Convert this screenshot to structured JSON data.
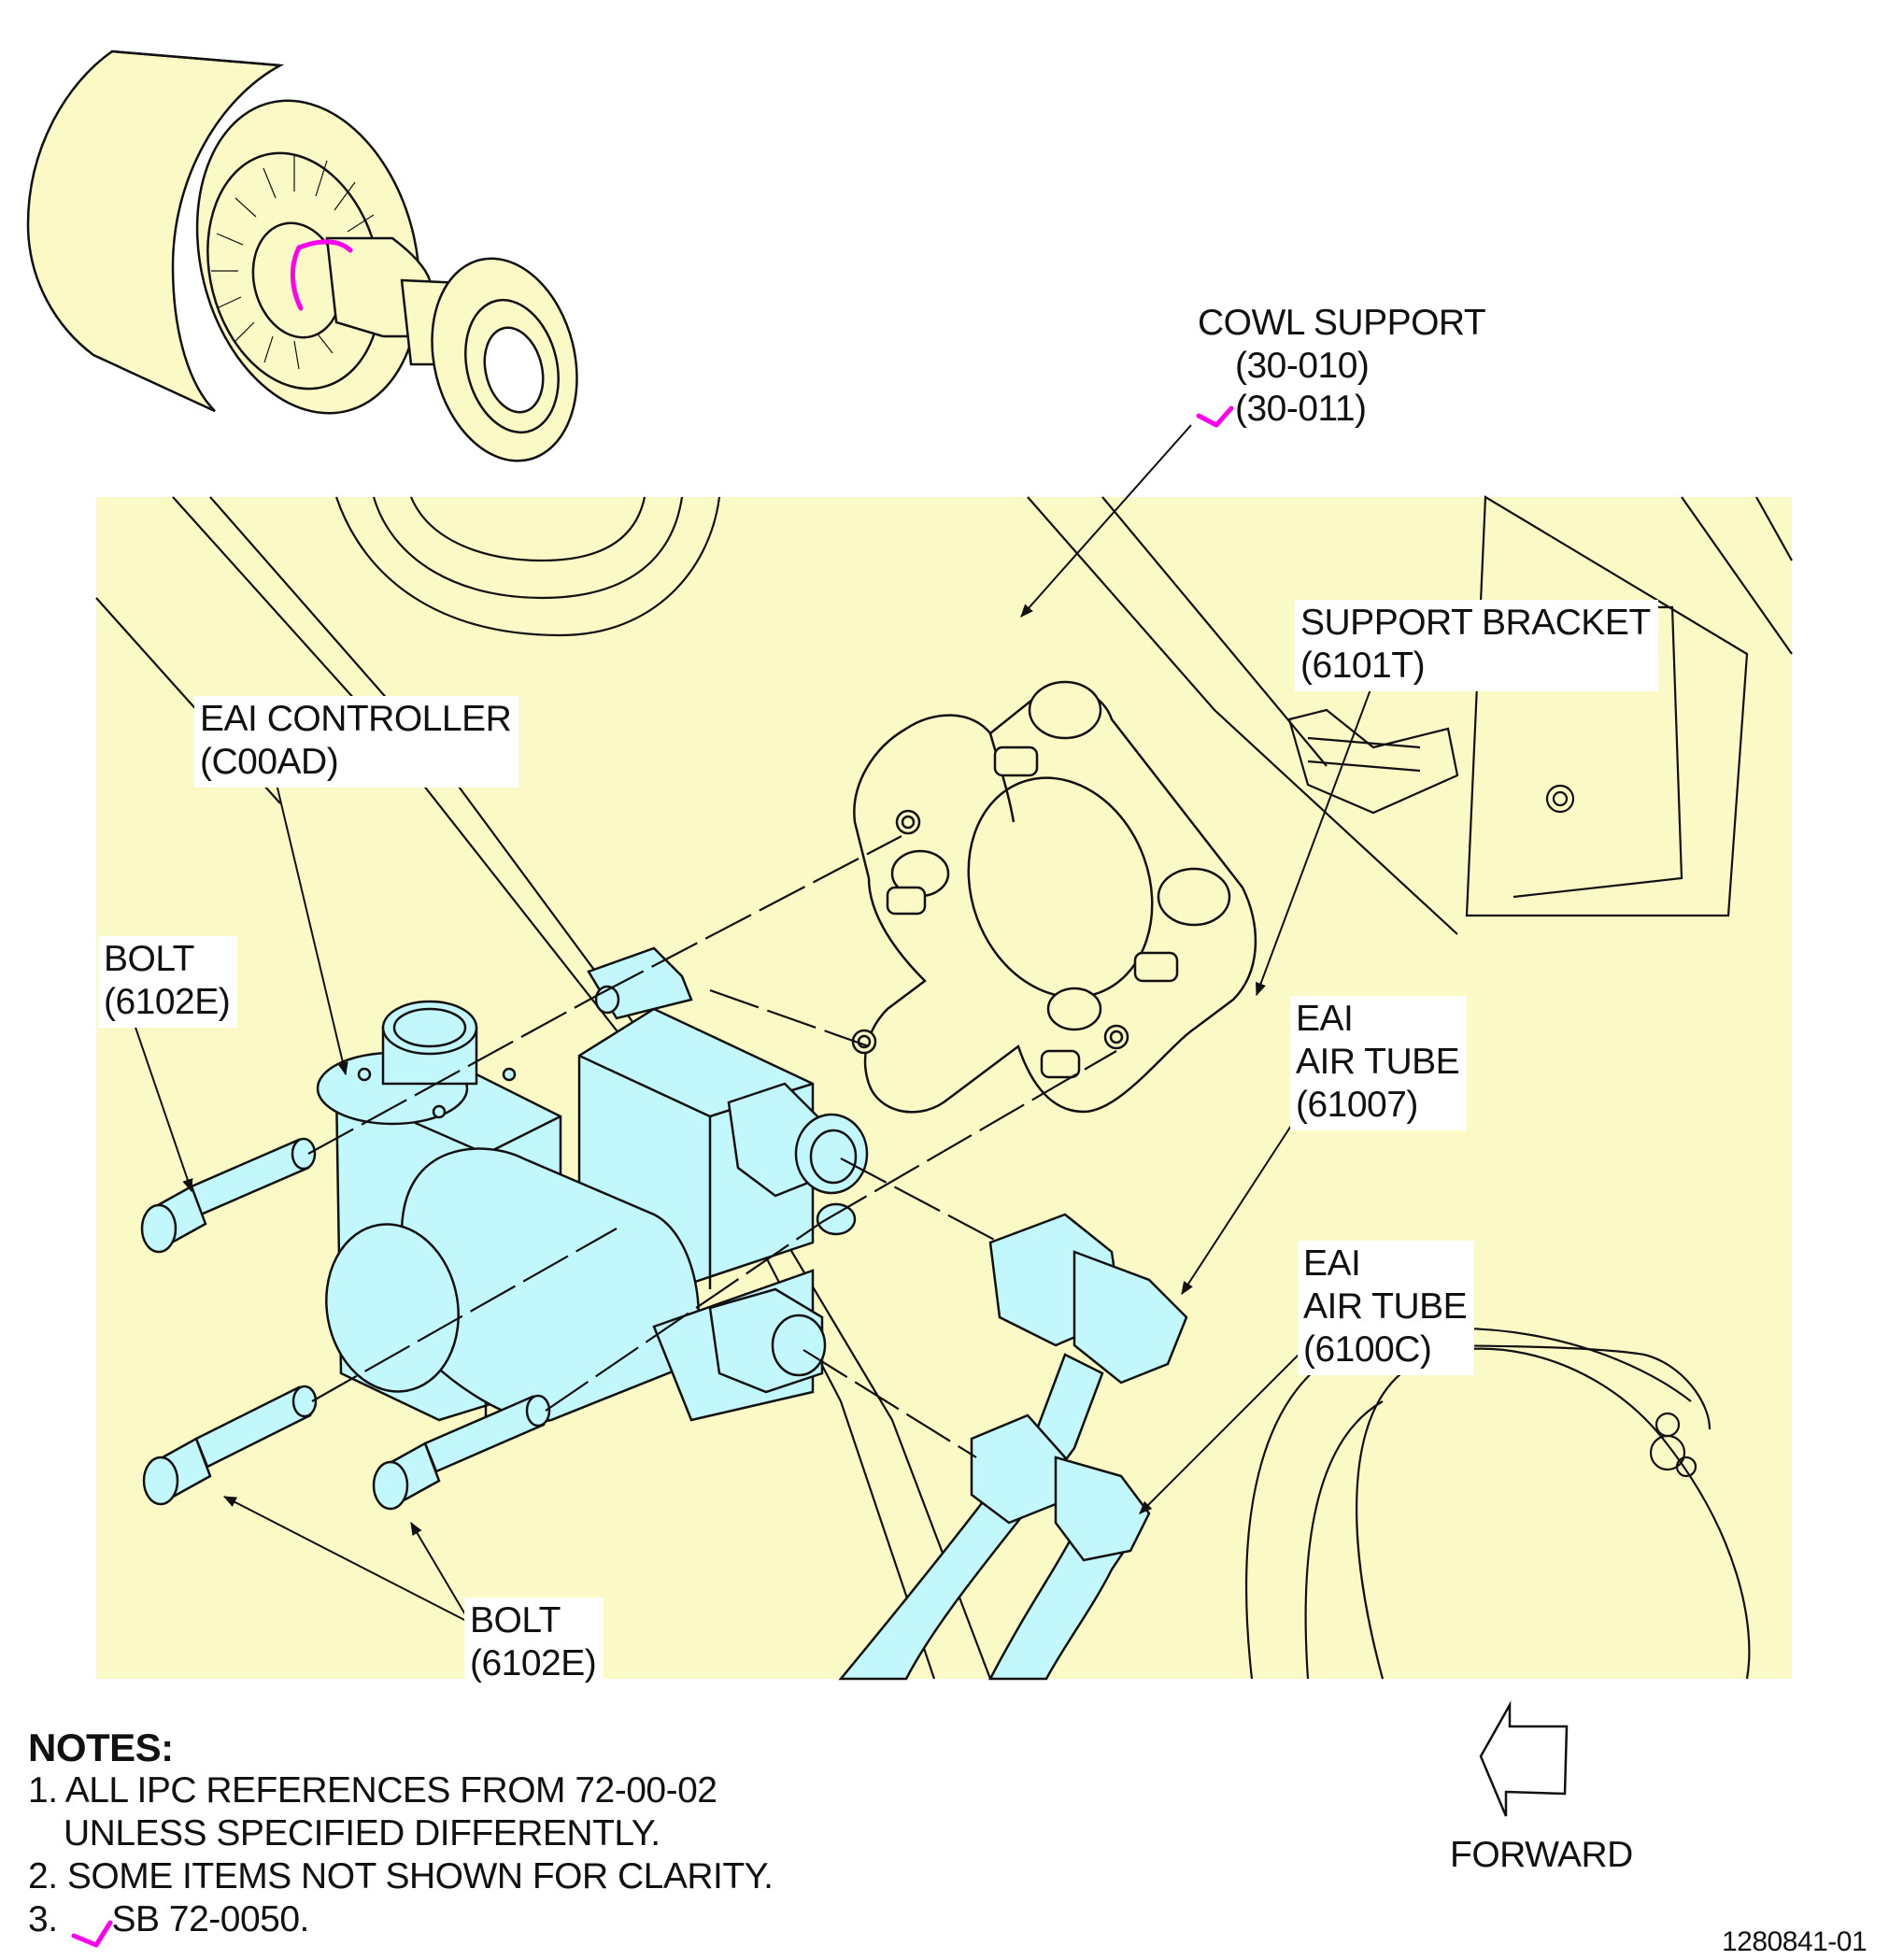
{
  "colors": {
    "background_panel": "#fbf9c6",
    "component_highlight": "#c2f8fb",
    "line": "#111111",
    "revision_marker": "#ff00ee"
  },
  "labels": {
    "cowl_support": {
      "name": "COWL SUPPORT",
      "ref1": "(30-010)",
      "ref2": "(30-011)"
    },
    "support_bracket": {
      "name": "SUPPORT BRACKET",
      "ref": "(6101T)"
    },
    "eai_controller": {
      "name": "EAI CONTROLLER",
      "ref": "(C00AD)"
    },
    "bolt_left": {
      "name": "BOLT",
      "ref": "(6102E)"
    },
    "bolt_bottom": {
      "name": "BOLT",
      "ref": "(6102E)"
    },
    "eai_air_tube_1": {
      "line1": "EAI",
      "line2": "AIR TUBE",
      "ref": "(61007)"
    },
    "eai_air_tube_2": {
      "line1": "EAI",
      "line2": "AIR TUBE",
      "ref": "(6100C)"
    }
  },
  "notes": {
    "title": "NOTES:",
    "n1_a": "1. ALL IPC REFERENCES FROM 72-00-02",
    "n1_b": "UNLESS SPECIFIED DIFFERENTLY.",
    "n2": "2. SOME ITEMS NOT SHOWN FOR CLARITY.",
    "n3_num": "3.",
    "n3_text": "SB 72-0050."
  },
  "direction": {
    "label": "FORWARD"
  },
  "figure_id": "1280841-01",
  "icons": [
    "engine-locator-icon",
    "forward-arrow-icon",
    "revision-marker-icon"
  ]
}
